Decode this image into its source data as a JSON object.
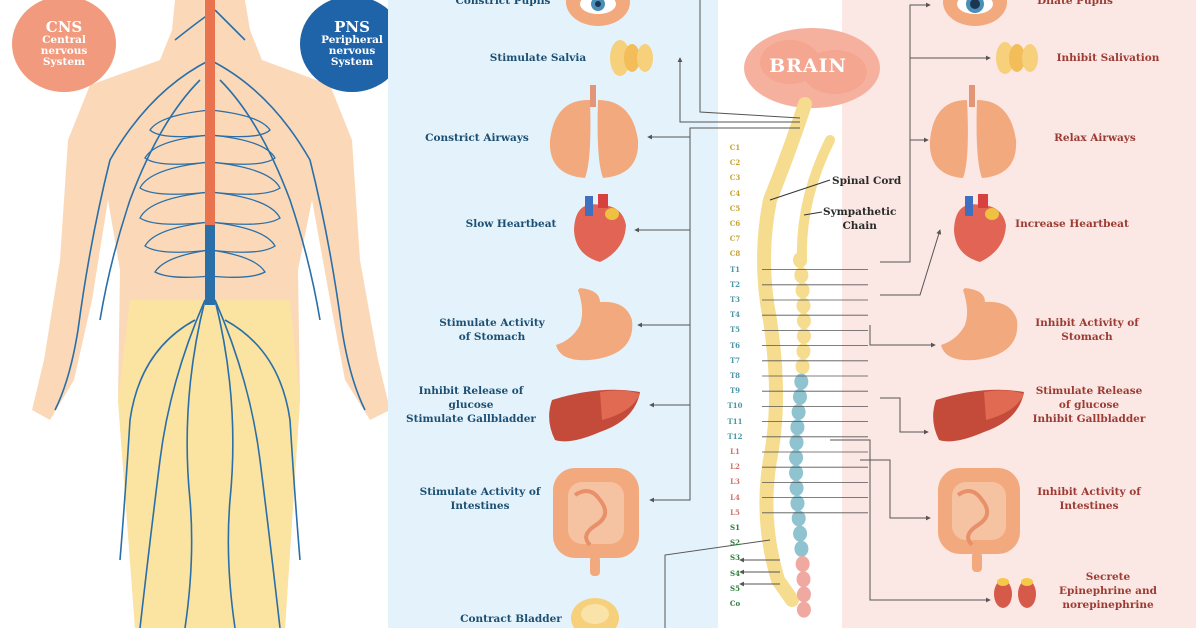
{
  "badges": {
    "cns": {
      "abbr": "CNS",
      "line1": "Central",
      "line2": "nervous",
      "line3": "System"
    },
    "pns": {
      "abbr": "PNS",
      "line1": "Peripheral",
      "line2": "nervous",
      "line3": "System"
    }
  },
  "brain": "BRAIN",
  "center_labels": {
    "spinal_cord": "Spinal Cord",
    "sympathetic": "Sympathetic",
    "chain": "Chain"
  },
  "parasympathetic": [
    {
      "lines": [
        "Constrict Pupils"
      ]
    },
    {
      "lines": [
        "Stimulate Salvia"
      ]
    },
    {
      "lines": [
        "Constrict Airways"
      ]
    },
    {
      "lines": [
        "Slow Heartbeat"
      ]
    },
    {
      "lines": [
        "Stimulate Activity",
        "of Stomach"
      ]
    },
    {
      "lines": [
        "Inhibit Release of",
        "glucose",
        "Stimulate Gallbladder"
      ]
    },
    {
      "lines": [
        "Stimulate Activity of",
        "Intestines"
      ]
    },
    {
      "lines": [
        "Contract Bladder"
      ]
    }
  ],
  "sympathetic": [
    {
      "lines": [
        "Dilate Pupils"
      ]
    },
    {
      "lines": [
        "Inhibit Salivation"
      ]
    },
    {
      "lines": [
        "Relax Airways"
      ]
    },
    {
      "lines": [
        "Increase Heartbeat"
      ]
    },
    {
      "lines": [
        "Inhibit Activity of",
        "Stomach"
      ]
    },
    {
      "lines": [
        "Stimulate Release",
        "of glucose",
        "Inhibit Gallbladder"
      ]
    },
    {
      "lines": [
        "Inhibit Activity of",
        "Intestines"
      ]
    },
    {
      "lines": [
        "Secrete",
        "Epinephrine and",
        "norepinephrine"
      ]
    }
  ],
  "segments": [
    "C1",
    "C2",
    "C3",
    "C4",
    "C5",
    "C6",
    "C7",
    "C8",
    "T1",
    "T2",
    "T3",
    "T4",
    "T5",
    "T6",
    "T7",
    "T8",
    "T9",
    "T10",
    "T11",
    "T12",
    "L1",
    "L2",
    "L3",
    "L4",
    "L5",
    "S1",
    "S2",
    "S3",
    "S4",
    "S5",
    "Co"
  ],
  "colors": {
    "parasympathetic_bg": "#e4f3fb",
    "sympathetic_bg": "#fbe7e3",
    "nerve_blue": "#2a6fa8",
    "spinal_orange": "#e9734f",
    "cord_yellow": "#f6dc8e",
    "ganglia_teal": "#8fc3cf",
    "ganglia_pink": "#f0a9a0",
    "ganglia_green": "#2d8a3e",
    "organ_orange": "#f3a97e"
  }
}
